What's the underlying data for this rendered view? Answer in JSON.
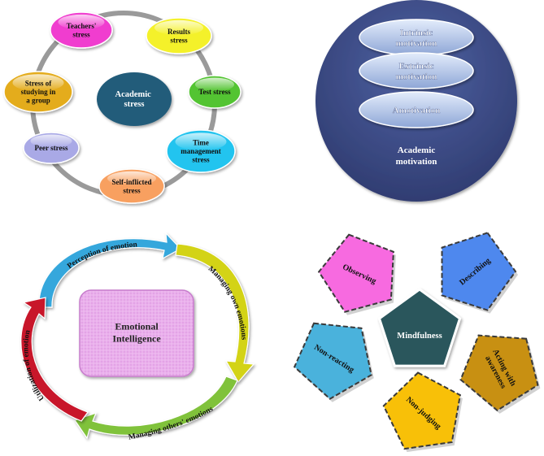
{
  "academic_stress": {
    "center": "Academic stress",
    "nodes": [
      {
        "lines": [
          "Teachers'",
          "stress"
        ],
        "color": "#f03ccf"
      },
      {
        "lines": [
          "Results",
          "stress"
        ],
        "color": "#f4f12a"
      },
      {
        "lines": [
          "Test stress"
        ],
        "color": "#52c433"
      },
      {
        "lines": [
          "Time",
          "management",
          "stress"
        ],
        "color": "#22c4ef"
      },
      {
        "lines": [
          "Self-inflicted",
          "stress"
        ],
        "color": "#f8a060"
      },
      {
        "lines": [
          "Peer stress"
        ],
        "color": "#a9a9e6"
      },
      {
        "lines": [
          "Stress of",
          "studying in",
          "a group"
        ],
        "color": "#e4ac1c"
      }
    ]
  },
  "academic_motivation": {
    "items": [
      "Intrinsic motivation",
      "Extrinsic motivation",
      "Amotivation"
    ],
    "item_lines": [
      [
        "Intrinsic",
        "motivation"
      ],
      [
        "Extrinsic",
        "motivation"
      ],
      [
        "Amotivation"
      ]
    ],
    "title_lines": [
      "Academic",
      "motivation"
    ],
    "colors": {
      "outer": "#2e3a6e",
      "pill": "#a9bde4"
    }
  },
  "emotional_intelligence": {
    "center_lines": [
      "Emotional",
      "Intelligence"
    ],
    "arrows": [
      {
        "label": "Perception of emotion",
        "color": "#36a7dc"
      },
      {
        "label": "Managing own emotions",
        "color": "#d3d317"
      },
      {
        "label": "Managing others' emotions",
        "color": "#80c23a"
      },
      {
        "label": "Utilization of emotion",
        "color": "#c8162b"
      }
    ],
    "colors": {
      "box": "#e8a6ec"
    }
  },
  "mindfulness": {
    "center": "Mindfulness",
    "facets": [
      {
        "lines": [
          "Observing"
        ],
        "color": "#f76ae0"
      },
      {
        "lines": [
          "Describing"
        ],
        "color": "#4e88ee"
      },
      {
        "lines": [
          "Acting with",
          "awareness"
        ],
        "color": "#c89012"
      },
      {
        "lines": [
          "Non-judging"
        ],
        "color": "#f8c008"
      },
      {
        "lines": [
          "Non-reacting"
        ],
        "color": "#4ab2dc"
      }
    ],
    "colors": {
      "center": "#2a565c"
    }
  }
}
